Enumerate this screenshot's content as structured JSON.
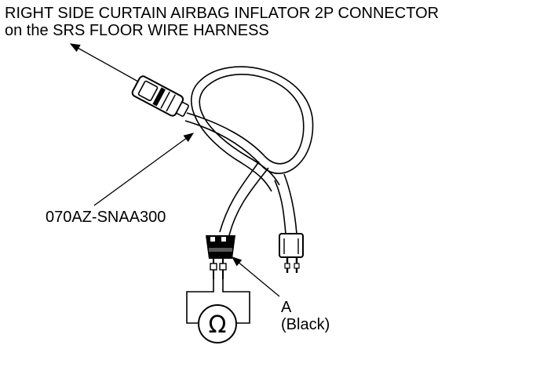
{
  "title": {
    "line1": "RIGHT SIDE CURTAIN AIRBAG INFLATOR 2P CONNECTOR",
    "line2": "on the SRS FLOOR WIRE HARNESS"
  },
  "labels": {
    "part_number": "070AZ-SNAA300",
    "callout_letter": "A",
    "callout_color": "(Black)"
  },
  "meter": {
    "symbol": "Ω",
    "icon": "ohmmeter-icon"
  },
  "colors": {
    "ink": "#000000",
    "background": "#ffffff",
    "connector_fill": "#000000"
  }
}
